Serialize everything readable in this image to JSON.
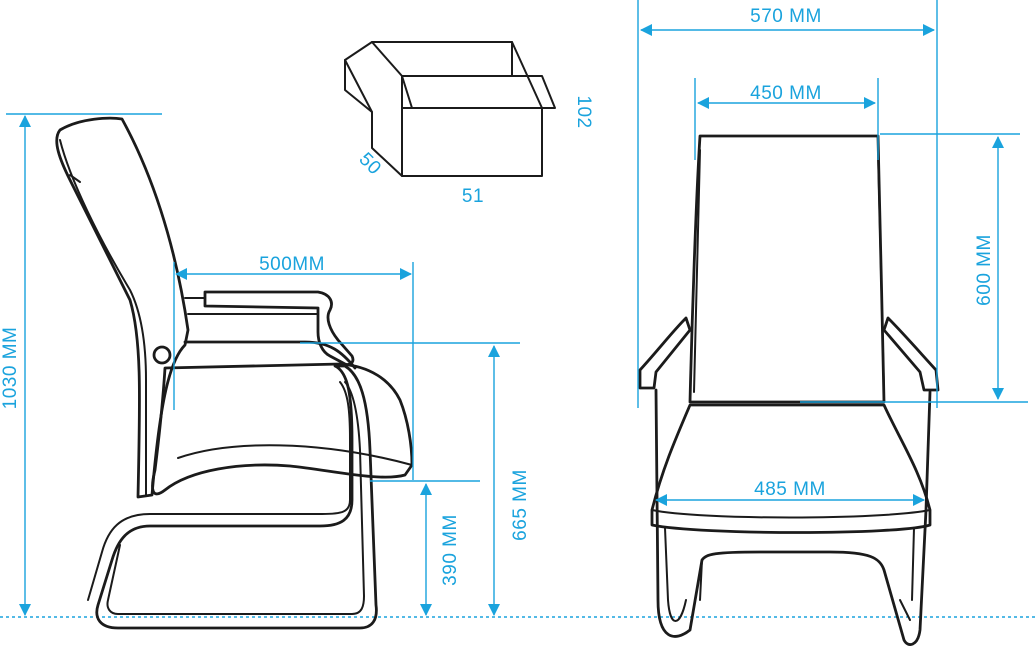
{
  "dimensions": {
    "overall_height": "1030 MM",
    "seat_depth": "500MM",
    "arm_height": "665 MM",
    "seat_height": "390 MM",
    "overall_width": "570 MM",
    "back_width": "450 MM",
    "back_height": "600 MM",
    "seat_width": "485 MM"
  },
  "box": {
    "height": "102",
    "depth": "50",
    "width": "51"
  },
  "colors": {
    "dimension": "#1aa3dd",
    "ink": "#1b1b1b"
  }
}
